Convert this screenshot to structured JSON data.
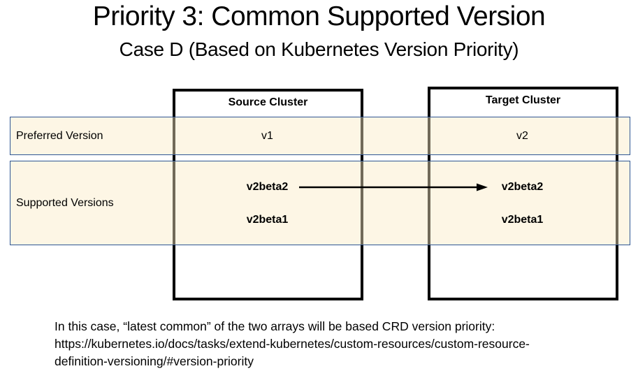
{
  "title": "Priority 3: Common Supported Version",
  "subtitle": "Case D (Based on Kubernetes Version Priority)",
  "rows": {
    "preferred_label": "Preferred Version",
    "supported_label": "Supported Versions"
  },
  "clusters": {
    "source": {
      "label": "Source Cluster",
      "preferred": "v1",
      "supported": [
        "v2beta2",
        "v2beta1"
      ]
    },
    "target": {
      "label": "Target Cluster",
      "preferred": "v2",
      "supported": [
        "v2beta2",
        "v2beta1"
      ]
    }
  },
  "arrow": {
    "from": "source v2beta2",
    "to": "target v2beta2"
  },
  "footnote": {
    "line1": "In this case, “latest common” of the two arrays will be based CRD version priority:",
    "line2": "https://kubernetes.io/docs/tasks/extend-kubernetes/custom-resources/custom-resource-",
    "line3": "definition-versioning/#version-priority"
  },
  "colors": {
    "band_fill": "#fdf6e7",
    "band_border": "#2e5693",
    "box_border": "#000000"
  }
}
